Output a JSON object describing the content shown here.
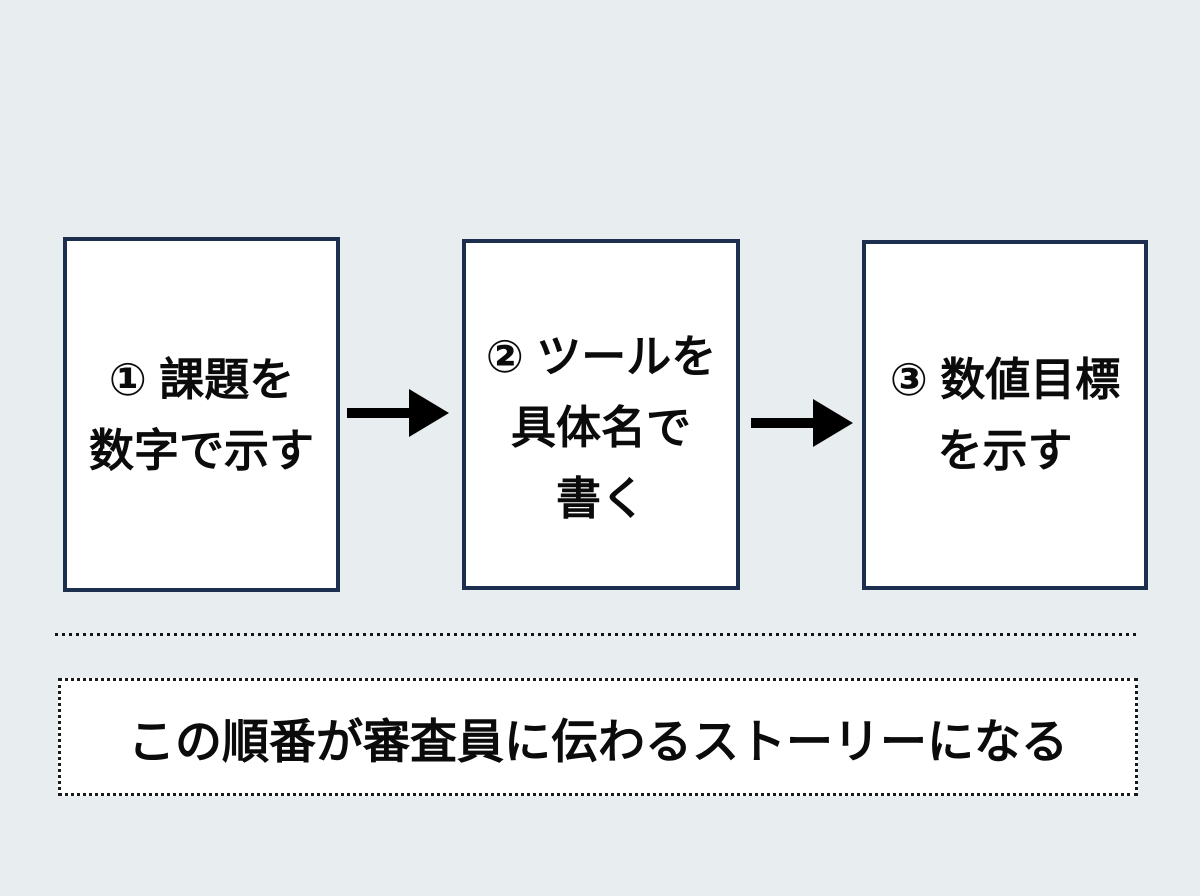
{
  "canvas": {
    "background_color": "#e8edf0",
    "box_border_color": "#1c2f4f",
    "box_fill_color": "#ffffff",
    "ink_color": "#0b0b0b"
  },
  "diagram": {
    "type": "flow",
    "direction": "left-to-right",
    "steps": [
      {
        "number": "①",
        "lines": [
          "① 課題を",
          "数字で示す"
        ]
      },
      {
        "number": "②",
        "lines": [
          "② ツールを",
          "具体名で",
          "書く"
        ]
      },
      {
        "number": "③",
        "lines": [
          "③ 数値目標",
          "を示す"
        ]
      }
    ],
    "connector": "arrow-right"
  },
  "footer": {
    "text": "この順番が審査員に伝わるストーリーになる"
  }
}
